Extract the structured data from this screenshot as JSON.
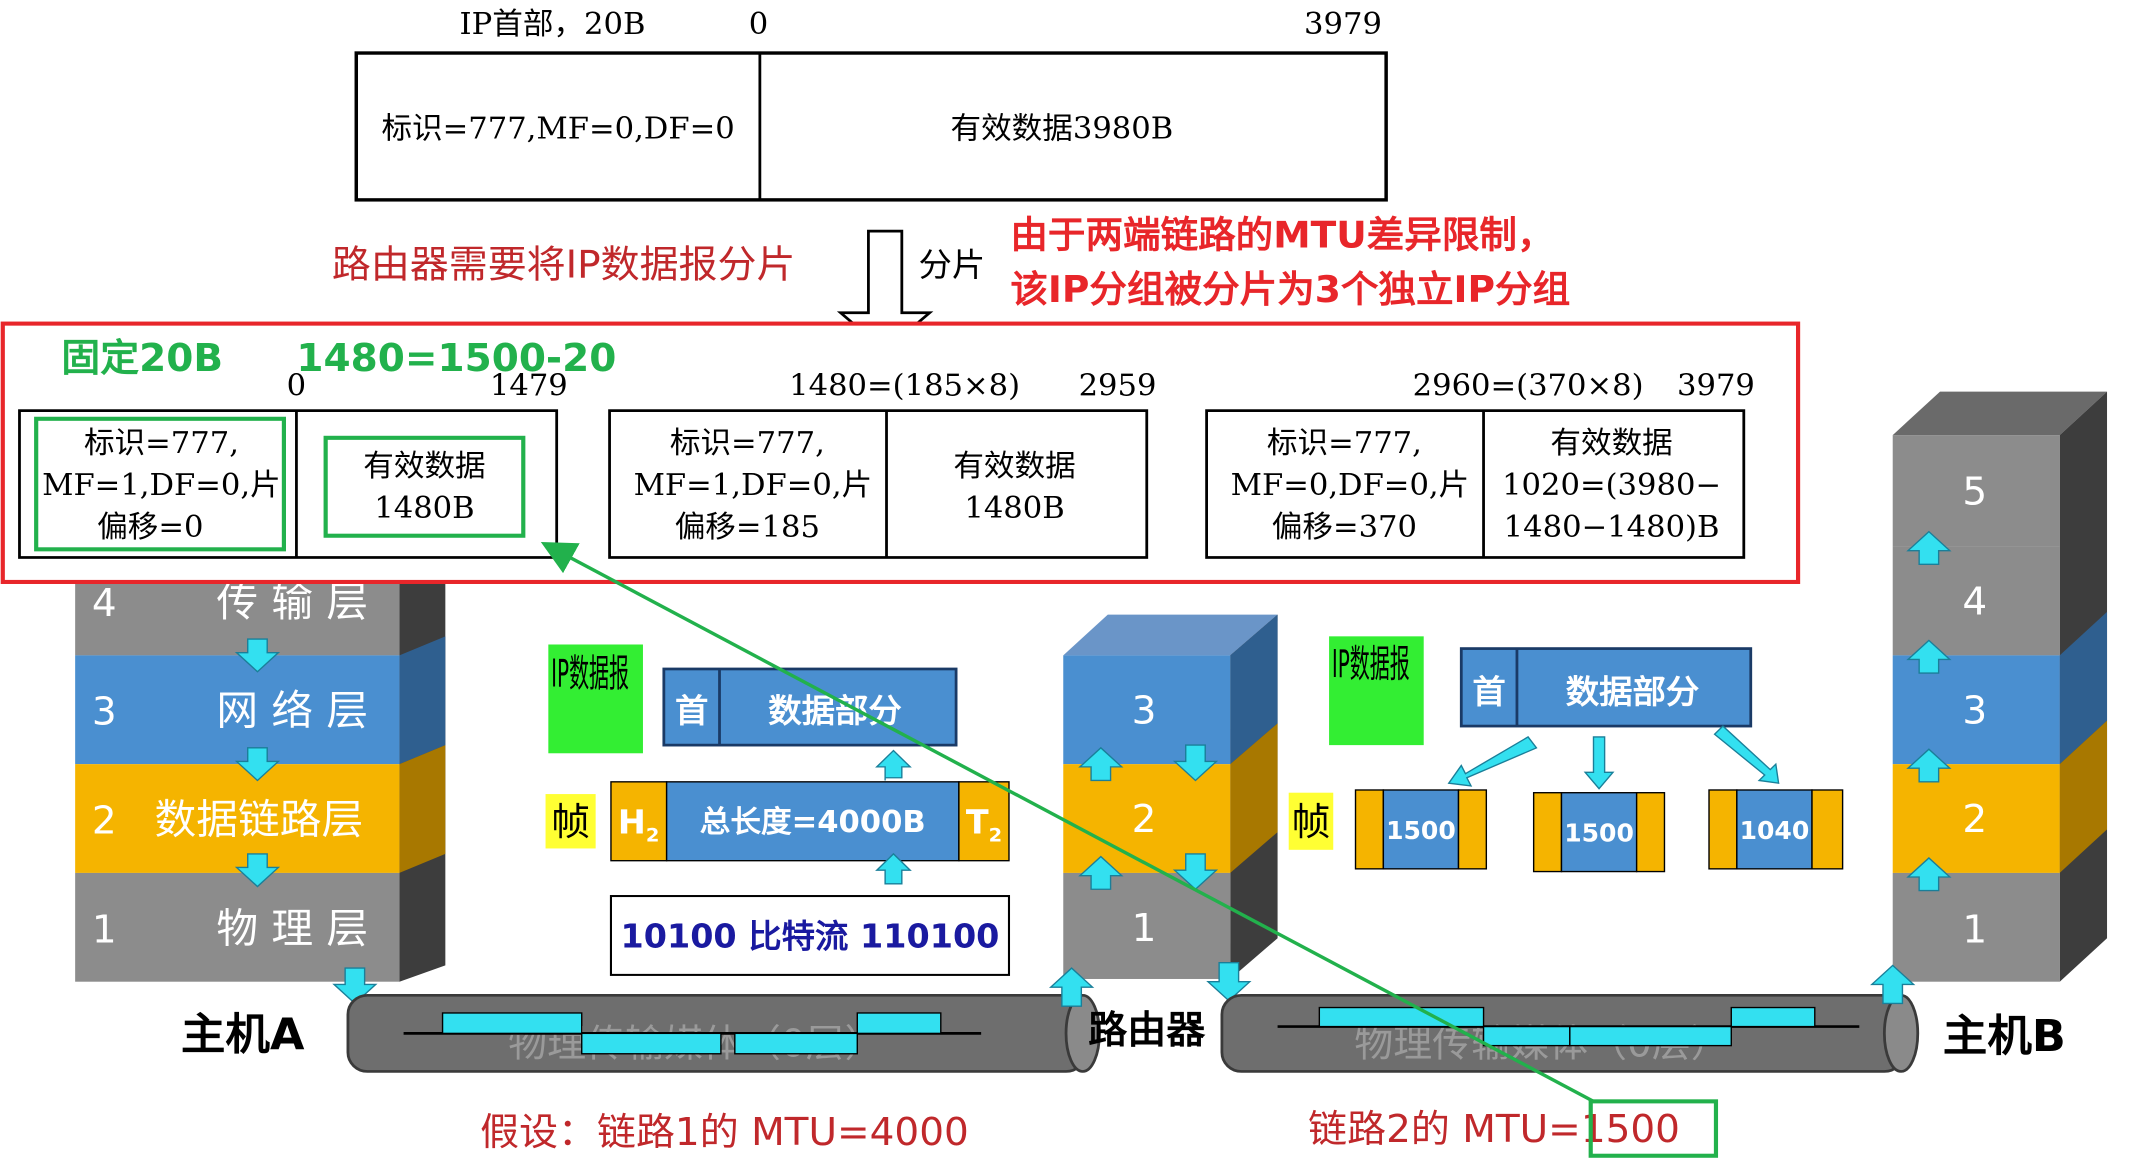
{
  "original": {
    "header_label": "IP首部，20B",
    "offset_start": "0",
    "offset_end": "3979",
    "header_field": "标识=777,MF=0,DF=0",
    "payload": "有效数据3980B"
  },
  "router_needs": "路由器需要将IP数据报分片",
  "fragment_arrow_label": "分片",
  "reason": [
    "由于两端链路的MTU差异限制，",
    "该IP分组被分片为3个独立IP分组"
  ],
  "fixed_20b": "固定20B",
  "formula": "1480=1500-20",
  "fragments": [
    {
      "start": "0",
      "end": "1479",
      "header": [
        "标识=777,",
        "MF=1,DF=0,片",
        "偏移=0"
      ],
      "payload": [
        "有效数据",
        "1480B"
      ]
    },
    {
      "start": "1480=(185×8)",
      "end": "2959",
      "header": [
        "标识=777,",
        "MF=1,DF=0,片",
        "偏移=185"
      ],
      "payload": [
        "有效数据",
        "1480B"
      ]
    },
    {
      "start": "2960=(370×8)",
      "end": "3979",
      "header": [
        "标识=777,",
        "MF=0,DF=0,片",
        "偏移=370"
      ],
      "payload": [
        "有效数据",
        "1020=(3980−",
        "1480−1480)B"
      ]
    }
  ],
  "host_a": {
    "name": "主机A",
    "layers": [
      {
        "num": "4",
        "name": "传 输 层",
        "color": "#8c8c8c"
      },
      {
        "num": "3",
        "name": "网 络 层",
        "color": "#4a8fd0"
      },
      {
        "num": "2",
        "name": "数据链路层",
        "color": "#f5b400"
      },
      {
        "num": "1",
        "name": "物 理 层",
        "color": "#8c8c8c"
      }
    ]
  },
  "router": {
    "name": "路由器",
    "layers": [
      "3",
      "2",
      "1"
    ]
  },
  "host_b": {
    "name": "主机B",
    "layers": [
      "5",
      "4",
      "3",
      "2",
      "1"
    ]
  },
  "middle": {
    "ip_datagram_label": "IP数据报",
    "head": "首",
    "data_part": "数据部分",
    "frame_label": "帧",
    "h2": "H",
    "t2": "T",
    "sub2": "2",
    "total_length": "总长度=4000B",
    "bitstream": "10100 比特流 110100"
  },
  "right": {
    "ip_datagram_label": "IP数据报",
    "head": "首",
    "data_part": "数据部分",
    "frame_label": "帧",
    "frames": [
      "1500",
      "1500",
      "1040"
    ]
  },
  "medium_label": "物理传输媒体（0层）",
  "assume": "假设：链路1的 MTU=4000",
  "link2_prefix": "链路2的 MTU=",
  "link2_value": "1500",
  "colors": {
    "red": "#e8262a",
    "green": "#22b14c",
    "blue_layer": "#4a8fd0",
    "orange_layer": "#f5b400",
    "gray_layer": "#8c8c8c",
    "cyan": "#33e0f0",
    "navy_text": "#1a1aa0",
    "label_green_bg": "#33ee33",
    "label_yellow_bg": "#ffff33"
  }
}
